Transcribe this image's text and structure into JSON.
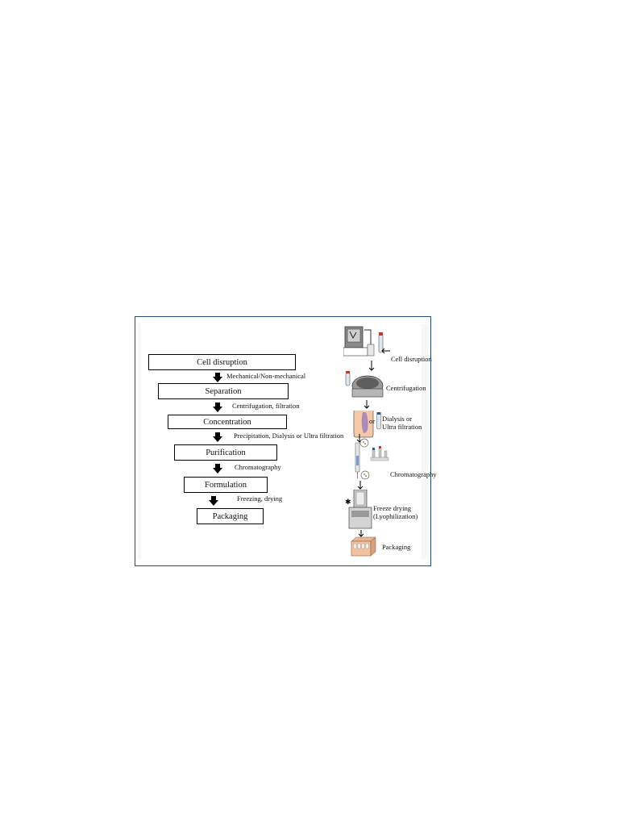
{
  "steps": [
    {
      "label": "Cell disruption",
      "method": "Mechanical/Non-mechanical"
    },
    {
      "label": "Separation",
      "method": "Centrifugation, filtration"
    },
    {
      "label": "Concentration",
      "method": "Precipitation, Dialysis or Ultra filtration"
    },
    {
      "label": "Purification",
      "method": "Chromatography"
    },
    {
      "label": "Formulation",
      "method": "Freezing, drying"
    },
    {
      "label": "Packaging",
      "method": ""
    }
  ],
  "illustrations": [
    {
      "label": "Cell disruption",
      "icon": "homogenizer-icon"
    },
    {
      "label": "Centrifugation",
      "icon": "centrifuge-icon"
    },
    {
      "label_1": "Dialysis or",
      "label_2": "Ultra filtration",
      "connector": "or",
      "icon": "dialysis-icon"
    },
    {
      "label": "Chromatography",
      "icon": "chromatography-column-icon"
    },
    {
      "label_1": "Freeze drying",
      "label_2": "(Lyophilization)",
      "icon": "freeze-dryer-icon"
    },
    {
      "label": "Packaging",
      "icon": "packaging-box-icon"
    }
  ],
  "colors": {
    "frame_border": "#1f4e79",
    "panel_bg": "#f7f7f7",
    "ink": "#111111"
  }
}
